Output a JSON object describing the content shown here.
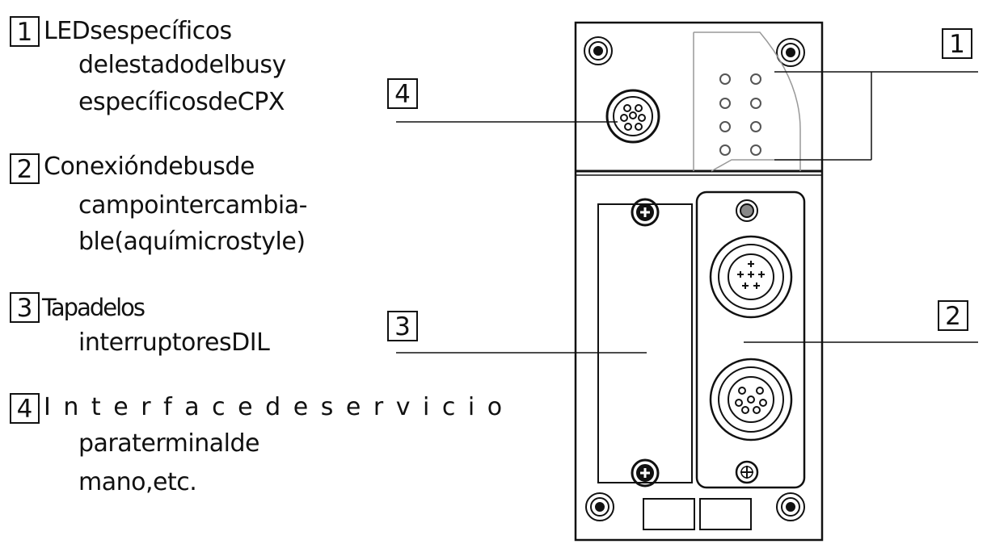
{
  "legend": [
    {
      "number": "1",
      "lines": [
        "LEDsespecíficos",
        "delestadodelbusy",
        "específicosdeCPX"
      ]
    },
    {
      "number": "2",
      "lines": [
        "Conexióndebusde",
        "campointercambia-",
        "ble(aquímicrostyle)"
      ]
    },
    {
      "number": "3",
      "lines": [
        "Tapadelos",
        "interruptoresDIL"
      ]
    },
    {
      "number": "4",
      "lines": [
        "I n t e r f a c e d e s e r v i c i o",
        "paraterminalde",
        "mano,etc."
      ]
    }
  ],
  "callouts": {
    "c1": "1",
    "c2": "2",
    "c3": "3",
    "c4": "4"
  },
  "colors": {
    "ink": "#111111",
    "background": "#ffffff"
  }
}
